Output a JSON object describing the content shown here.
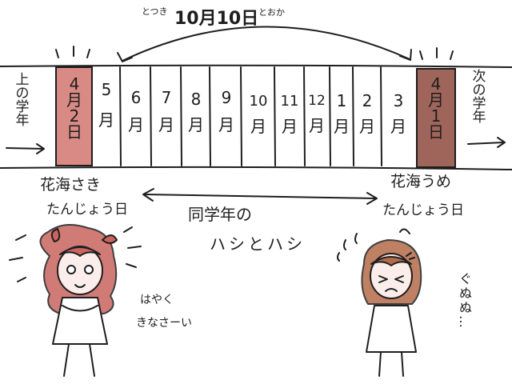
{
  "header": {
    "small_label": "とつき",
    "big_label": "10月10日",
    "small_label_2": "とおか"
  },
  "timeline": {
    "left_label": [
      "上",
      "の",
      "学",
      "年"
    ],
    "start_cell": [
      "4",
      "月",
      "2",
      "日"
    ],
    "months": [
      [
        "5",
        "月"
      ],
      [
        "6",
        "月"
      ],
      [
        "7",
        "月"
      ],
      [
        "8",
        "月"
      ],
      [
        "9",
        "月"
      ],
      [
        "10",
        "月"
      ],
      [
        "11",
        "月"
      ],
      [
        "12",
        "月"
      ],
      [
        "1",
        "月"
      ],
      [
        "2",
        "月"
      ],
      [
        "3",
        "月"
      ]
    ],
    "end_cell": [
      "4",
      "月",
      "1",
      "日"
    ],
    "right_label": [
      "次",
      "の",
      "学",
      "年"
    ]
  },
  "captions": {
    "saki_line1": "花海さき",
    "saki_line2": "たんじょう日",
    "ume_line1": "花海うめ",
    "ume_line2": "たんじょう日",
    "middle_line1": "同学年の",
    "middle_line2": "ハシとハシ"
  },
  "speech": {
    "saki_line1": "はやく",
    "saki_line2": "きなさーい",
    "ume": "ぐぬぬ…"
  },
  "colors": {
    "start_cell_fill": "#d98a84",
    "end_cell_fill": "#a0655a",
    "saki_hair": "#c9645f",
    "ume_hair": "#b56a4a",
    "ink": "#1e1e1e"
  }
}
